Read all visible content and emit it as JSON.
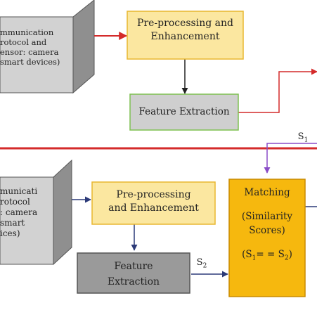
{
  "colors": {
    "red": "#d42a2a",
    "navy": "#2b3a78",
    "purple": "#8a4cc8",
    "yellow_box": "#fbe7a0",
    "yellow_border": "#e8b730",
    "green_border": "#7ec050",
    "gray_box": "#cfcfcf",
    "dark_gray_box": "#9a9a9a",
    "matching_fill": "#f6b80e",
    "matching_border": "#c98a00"
  },
  "top": {
    "device_lines": [
      "mmunication",
      "rotocol and",
      "ensor: camera",
      "smart devices)"
    ],
    "preprocess_lines": [
      "Pre-processing and",
      "Enhancement"
    ],
    "feature": "Feature Extraction"
  },
  "s1": {
    "base": "S",
    "sub": "1"
  },
  "bottom": {
    "device_lines": [
      "municati",
      "rotocol",
      ": camera",
      "smart",
      "ices)"
    ],
    "preprocess_lines": [
      "Pre-processing",
      "and Enhancement"
    ],
    "feature_lines": [
      "Feature",
      "Extraction"
    ],
    "matching_lines": [
      "Matching",
      "(Similarity",
      "Scores)"
    ],
    "equation": {
      "a": "S",
      "a_sub": "1",
      "op": "= =",
      "b": "S",
      "b_sub": "2"
    }
  },
  "s2": {
    "base": "S",
    "sub": "2"
  }
}
